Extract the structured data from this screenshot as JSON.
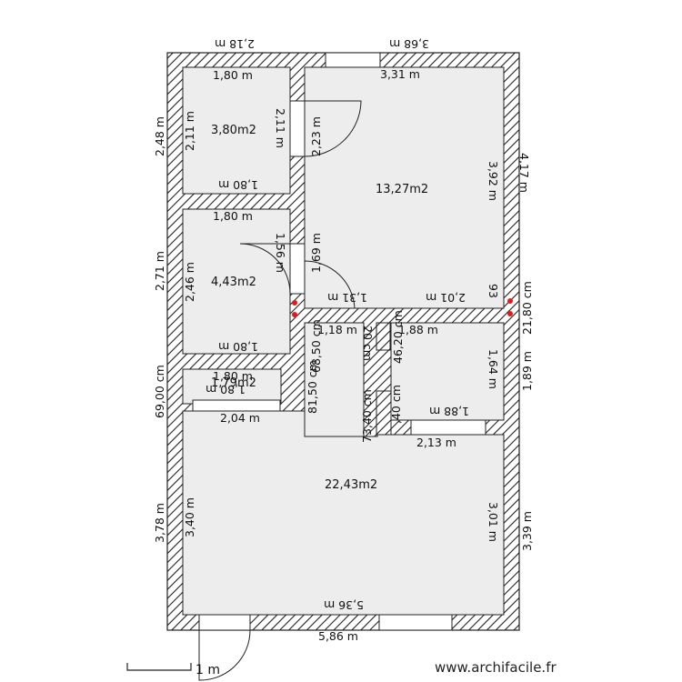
{
  "site": "www.archifacile.fr",
  "scale_label": "1 m",
  "rooms": {
    "room_top_left": "3,80m2",
    "room_top_right": "13,27m2",
    "room_middle_left": "4,43m2",
    "room_small_strip": "1,79m2",
    "room_bottom": "22,43m2"
  },
  "dims": {
    "top_left_outer": "2,18 m",
    "top_right_outer": "3,68 m",
    "left_outer_top": "2,48 m",
    "left_outer_middle": "2,71 m",
    "left_outer_strip": "69,00 cm",
    "left_outer_bottom": "3,78 m",
    "right_outer_top": "4,17 m",
    "right_outer_middle": "21,80 cm",
    "right_outer_lower": "1,89 m",
    "right_outer_bottom": "3,39 m",
    "bottom_outer": "5,86 m",
    "tl_top": "1,80 m",
    "tl_bottom": "1,80 m",
    "tl_left": "2,11 m",
    "tl_right": "2,11 m",
    "door_height": "2,23 m",
    "tr_top": "3,31 m",
    "tr_right": "3,92 m",
    "tr_bottom_a": "1,31 m",
    "tr_bottom_b": "2,01 m",
    "tr_small": "93",
    "ml_top": "1,80 m",
    "ml_bottom": "1,80 m",
    "ml_left": "2,46 m",
    "ml_right": "1,56 m",
    "ml_door": "1,69 m",
    "corr_a": "1,18 m",
    "corr_b": "20 cm",
    "corr_c": "46,20 cm",
    "corr_d": "73,40 cm",
    "corr_e": ",40 cm",
    "corr_f": "68,50 cm",
    "corr_g": "81,50 cm",
    "small_top": "1,88 m",
    "small_right": "1,64 m",
    "small_bottom": "1,88 m",
    "strip_top": "1,80 m",
    "strip_inner": "1,80 m",
    "strip_bottom": "2,04 m",
    "niche_bottom": "2,13 m",
    "bottom_left": "3,40 m",
    "bottom_right": "3,01 m",
    "bottom_inner": "5,36 m"
  },
  "colors": {
    "wall_hatch": "#222222",
    "room_fill": "#ededed",
    "marker": "#e01b1b"
  }
}
